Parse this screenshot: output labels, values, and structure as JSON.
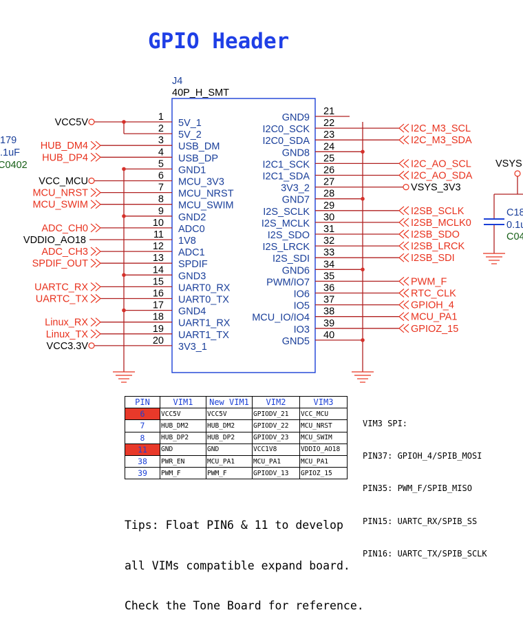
{
  "title": "GPIO Header",
  "part": {
    "ref": "J4",
    "value": "40P_H_SMT"
  },
  "left_pins": [
    {
      "num": "1",
      "name": "5V_1",
      "net": "VCC5V",
      "kind": "power"
    },
    {
      "num": "2",
      "name": "5V_2",
      "net": "",
      "kind": "none"
    },
    {
      "num": "3",
      "name": "USB_DM",
      "net": "HUB_DM4",
      "kind": "port"
    },
    {
      "num": "4",
      "name": "USB_DP",
      "net": "HUB_DP4",
      "kind": "port"
    },
    {
      "num": "5",
      "name": "GND1",
      "net": "",
      "kind": "none"
    },
    {
      "num": "6",
      "name": "MCU_3V3",
      "net": "VCC_MCU",
      "kind": "power"
    },
    {
      "num": "7",
      "name": "MCU_NRST",
      "net": "MCU_NRST",
      "kind": "port"
    },
    {
      "num": "8",
      "name": "MCU_SWIM",
      "net": "MCU_SWIM",
      "kind": "port"
    },
    {
      "num": "9",
      "name": "GND2",
      "net": "",
      "kind": "none"
    },
    {
      "num": "10",
      "name": "ADC0",
      "net": "ADC_CH0",
      "kind": "port"
    },
    {
      "num": "11",
      "name": "1V8",
      "net": "VDDIO_AO18",
      "kind": "text"
    },
    {
      "num": "12",
      "name": "ADC1",
      "net": "ADC_CH3",
      "kind": "port"
    },
    {
      "num": "13",
      "name": "SPDIF",
      "net": "SPDIF_OUT",
      "kind": "port"
    },
    {
      "num": "14",
      "name": "GND3",
      "net": "",
      "kind": "none"
    },
    {
      "num": "15",
      "name": "UART0_RX",
      "net": "UARTC_RX",
      "kind": "port"
    },
    {
      "num": "16",
      "name": "UART0_TX",
      "net": "UARTC_TX",
      "kind": "port"
    },
    {
      "num": "17",
      "name": "GND4",
      "net": "",
      "kind": "none"
    },
    {
      "num": "18",
      "name": "UART1_RX",
      "net": "Linux_RX",
      "kind": "port"
    },
    {
      "num": "19",
      "name": "UART1_TX",
      "net": "Linux_TX",
      "kind": "port"
    },
    {
      "num": "20",
      "name": "3V3_1",
      "net": "VCC3.3V",
      "kind": "power"
    }
  ],
  "right_pins": [
    {
      "num": "21",
      "name": "GND9",
      "net": "",
      "kind": "none"
    },
    {
      "num": "22",
      "name": "I2C0_SCK",
      "net": "I2C_M3_SCL",
      "kind": "port"
    },
    {
      "num": "23",
      "name": "I2C0_SDA",
      "net": "I2C_M3_SDA",
      "kind": "port"
    },
    {
      "num": "24",
      "name": "GND8",
      "net": "",
      "kind": "none"
    },
    {
      "num": "25",
      "name": "I2C1_SCK",
      "net": "I2C_AO_SCL",
      "kind": "port"
    },
    {
      "num": "26",
      "name": "I2C1_SDA",
      "net": "I2C_AO_SDA",
      "kind": "port"
    },
    {
      "num": "27",
      "name": "3V3_2",
      "net": "VSYS_3V3",
      "kind": "power"
    },
    {
      "num": "28",
      "name": "GND7",
      "net": "",
      "kind": "none"
    },
    {
      "num": "29",
      "name": "I2S_SCLK",
      "net": "I2SB_SCLK",
      "kind": "port"
    },
    {
      "num": "30",
      "name": "I2S_MCLK",
      "net": "I2SB_MCLK0",
      "kind": "port"
    },
    {
      "num": "31",
      "name": "I2S_SDO",
      "net": "I2SB_SDO",
      "kind": "port"
    },
    {
      "num": "32",
      "name": "I2S_LRCK",
      "net": "I2SB_LRCK",
      "kind": "port"
    },
    {
      "num": "33",
      "name": "I2S_SDI",
      "net": "I2SB_SDI",
      "kind": "port"
    },
    {
      "num": "34",
      "name": "GND6",
      "net": "",
      "kind": "none"
    },
    {
      "num": "35",
      "name": "PWM/IO7",
      "net": "PWM_F",
      "kind": "port"
    },
    {
      "num": "36",
      "name": "IO6",
      "net": "RTC_CLK",
      "kind": "port"
    },
    {
      "num": "37",
      "name": "IO5",
      "net": "GPIOH_4",
      "kind": "port"
    },
    {
      "num": "38",
      "name": "MCU_IO/IO4",
      "net": "MCU_PA1",
      "kind": "port"
    },
    {
      "num": "39",
      "name": "IO3",
      "net": "GPIOZ_15",
      "kind": "port"
    },
    {
      "num": "40",
      "name": "GND5",
      "net": "",
      "kind": "none"
    }
  ],
  "left_margin": {
    "ref": "179",
    "value": ".1uF",
    "footprint": "C0402"
  },
  "right_margin": {
    "net": "VSYS",
    "ref": "C18",
    "value": "0.1u",
    "footprint": "C04"
  },
  "table": {
    "headers": [
      "PIN",
      "VIM1",
      "New VIM1",
      "VIM2",
      "VIM3"
    ],
    "rows": [
      {
        "pin": "6",
        "highlight": true,
        "vim1": "VCC5V",
        "new_vim1": "VCC5V",
        "vim2": "GPIODV_21",
        "vim3": "VCC_MCU"
      },
      {
        "pin": "7",
        "highlight": false,
        "vim1": "HUB_DM2",
        "new_vim1": "HUB_DM2",
        "vim2": "GPIODV_22",
        "vim3": "MCU_NRST"
      },
      {
        "pin": "8",
        "highlight": false,
        "vim1": "HUB_DP2",
        "new_vim1": "HUB_DP2",
        "vim2": "GPIODV_23",
        "vim3": "MCU_SWIM"
      },
      {
        "pin": "11",
        "highlight": true,
        "vim1": "GND",
        "new_vim1": "GND",
        "vim2": "VCC1V8",
        "vim3": "VDDIO_AO18"
      },
      {
        "pin": "38",
        "highlight": false,
        "vim1": "PWR_EN",
        "new_vim1": "MCU_PA1",
        "vim2": "MCU_PA1",
        "vim3": "MCU_PA1"
      },
      {
        "pin": "39",
        "highlight": false,
        "vim1": "PWM_F",
        "new_vim1": "PWM_F",
        "vim2": "GPIODV_13",
        "vim3": "GPIOZ_15"
      }
    ]
  },
  "spi_notes": [
    "VIM3 SPI:",
    "PIN37: GPIOH_4/SPIB_MOSI",
    "PIN35: PWM_F/SPIB_MISO",
    "PIN15: UARTC_RX/SPIB_SS",
    "PIN16: UARTC_TX/SPIB_SCLK"
  ],
  "tips": [
    "Tips: Float PIN6 & 11 to develop",
    "all VIMs compatible expand board.",
    "Check the Tone Board for reference."
  ],
  "colors": {
    "title": "#1f3fe6",
    "net_label": "#e8321e",
    "pin_name": "#1a3f9a",
    "wire": "#b02020",
    "highlight": "#e8392a"
  }
}
